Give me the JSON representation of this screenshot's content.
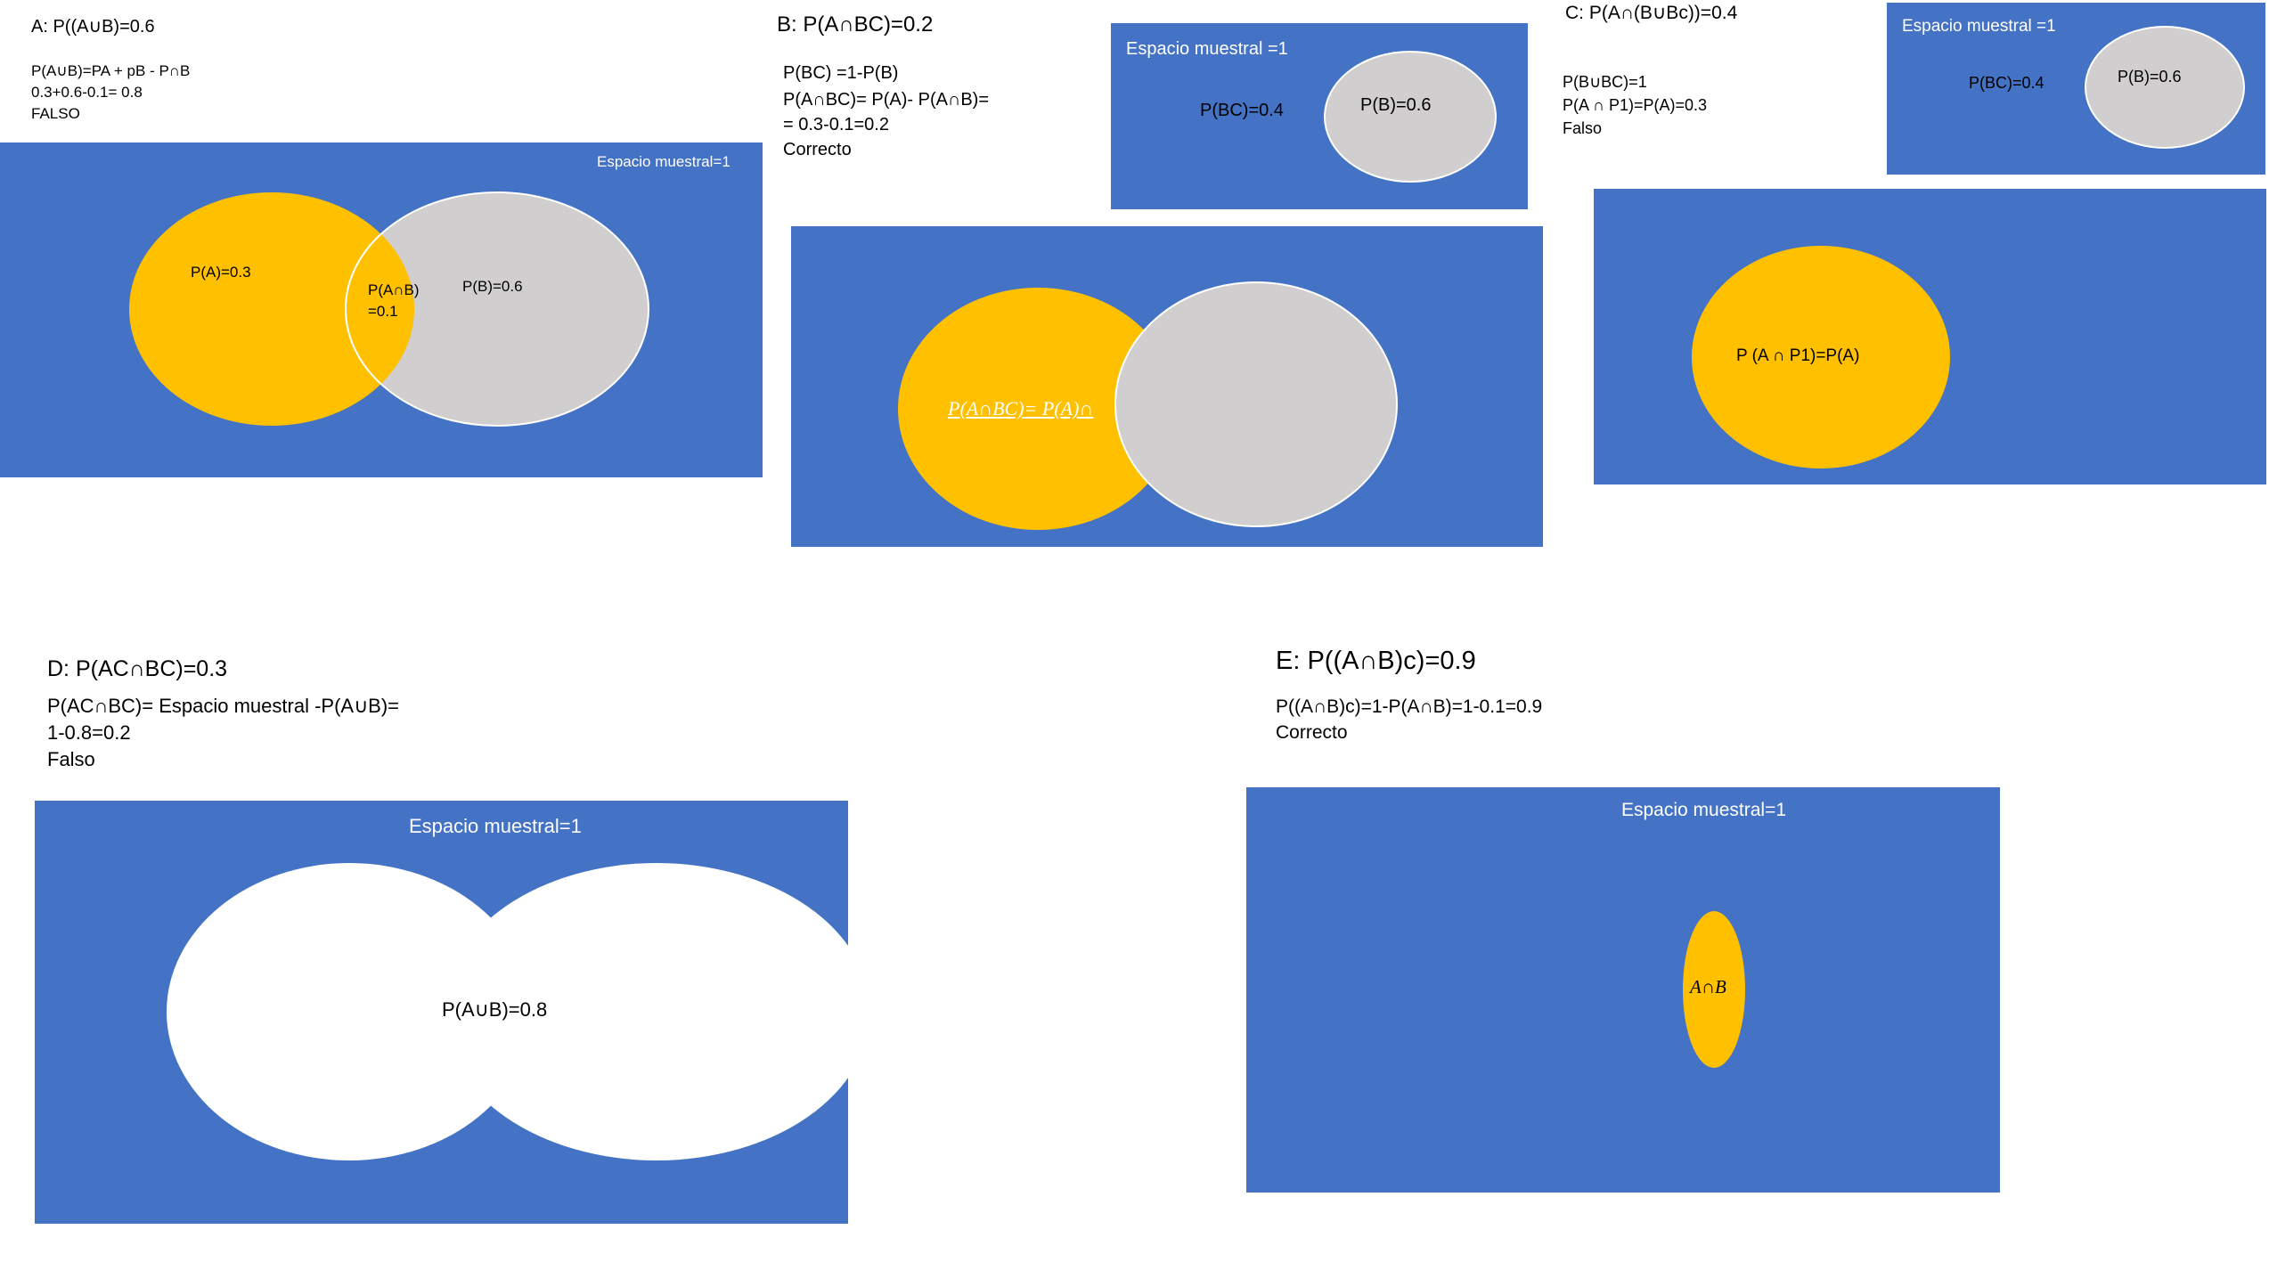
{
  "colors": {
    "box_blue": "#4472c4",
    "set_a_yellow": "#ffc000",
    "set_b_gray": "#d0cece",
    "union_white": "#ffffff"
  },
  "panel_a": {
    "title": "A: P((A∪B)=0.6",
    "line1": "P(A∪B)=PA + pB - P∩B",
    "line2": "0.3+0.6-0.1= 0.8",
    "line3": "FALSO",
    "box_label": "Espacio muestral=1",
    "label_a": "P(A)=0.3",
    "label_ab_1": "P(A∩B)",
    "label_ab_2": "=0.1",
    "label_b": "P(B)=0.6"
  },
  "panel_b": {
    "title": "B: P(A∩BC)=0.2",
    "line1": "P(BC) =1-P(B)",
    "line2": "P(A∩BC)= P(A)- P(A∩B)=",
    "line3": "= 0.3-0.1=0.2",
    "line4": "Correcto",
    "small_box_label": "Espacio muestral =1",
    "small_label_bc": "P(BC)=0.4",
    "small_label_b": "P(B)=0.6",
    "big_label": "P(A∩BC)= P(A)∩"
  },
  "panel_c": {
    "title": "C: P(A∩(B∪Bc))=0.4",
    "line1": "P(B∪BC)=1",
    "line2": "P(A ∩ P1)=P(A)=0.3",
    "line3": "Falso",
    "small_box_label": "Espacio muestral =1",
    "small_label_bc": "P(BC)=0.4",
    "small_label_b": "P(B)=0.6",
    "big_label": "P (A ∩ P1)=P(A)"
  },
  "panel_d": {
    "title": "D: P(AC∩BC)=0.3",
    "line1": "P(AC∩BC)= Espacio muestral -P(A∪B)=",
    "line2": "1-0.8=0.2",
    "line3": "Falso",
    "box_label": "Espacio muestral=1",
    "union_label": "P(A∪B)=0.8"
  },
  "panel_e": {
    "title": "E: P((A∩B)c)=0.9",
    "line1": "P((A∩B)c)=1-P(A∩B)=1-0.1=0.9",
    "line2": "Correcto",
    "box_label": "Espacio muestral=1",
    "ellipse_label": "A∩B"
  }
}
